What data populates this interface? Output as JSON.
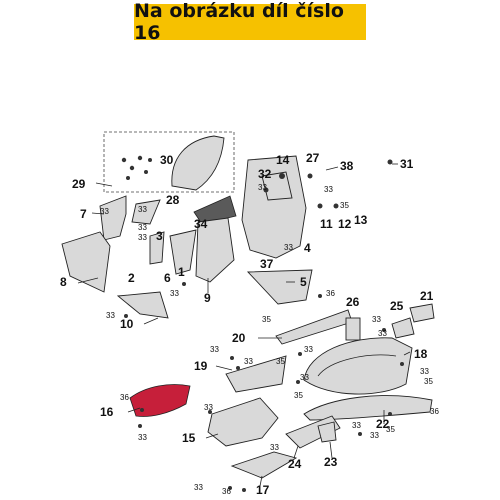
{
  "title": "Na obrázku díl číslo 16",
  "colors": {
    "banner": "#f6c100",
    "highlight": "#c61f3a"
  },
  "labels": [
    {
      "id": "29",
      "text": "29"
    },
    {
      "id": "30",
      "text": "30"
    },
    {
      "id": "28",
      "text": "28"
    },
    {
      "id": "14",
      "text": "14"
    },
    {
      "id": "27",
      "text": "27"
    },
    {
      "id": "38",
      "text": "38"
    },
    {
      "id": "31",
      "text": "31"
    },
    {
      "id": "32",
      "text": "32"
    },
    {
      "id": "7",
      "text": "7"
    },
    {
      "id": "3",
      "text": "3"
    },
    {
      "id": "34",
      "text": "34"
    },
    {
      "id": "13",
      "text": "13"
    },
    {
      "id": "12",
      "text": "12"
    },
    {
      "id": "11",
      "text": "11"
    },
    {
      "id": "4",
      "text": "4"
    },
    {
      "id": "1",
      "text": "1"
    },
    {
      "id": "6",
      "text": "6"
    },
    {
      "id": "2",
      "text": "2"
    },
    {
      "id": "8",
      "text": "8"
    },
    {
      "id": "9",
      "text": "9"
    },
    {
      "id": "37",
      "text": "37"
    },
    {
      "id": "5",
      "text": "5"
    },
    {
      "id": "10",
      "text": "10"
    },
    {
      "id": "26",
      "text": "26"
    },
    {
      "id": "25",
      "text": "25"
    },
    {
      "id": "21",
      "text": "21"
    },
    {
      "id": "20",
      "text": "20"
    },
    {
      "id": "19",
      "text": "19"
    },
    {
      "id": "18",
      "text": "18"
    },
    {
      "id": "16",
      "text": "16"
    },
    {
      "id": "22",
      "text": "22"
    },
    {
      "id": "15",
      "text": "15"
    },
    {
      "id": "24",
      "text": "24"
    },
    {
      "id": "23",
      "text": "23"
    },
    {
      "id": "17",
      "text": "17"
    },
    {
      "id": "33",
      "text": "33"
    },
    {
      "id": "35",
      "text": "35"
    },
    {
      "id": "36",
      "text": "36"
    }
  ]
}
